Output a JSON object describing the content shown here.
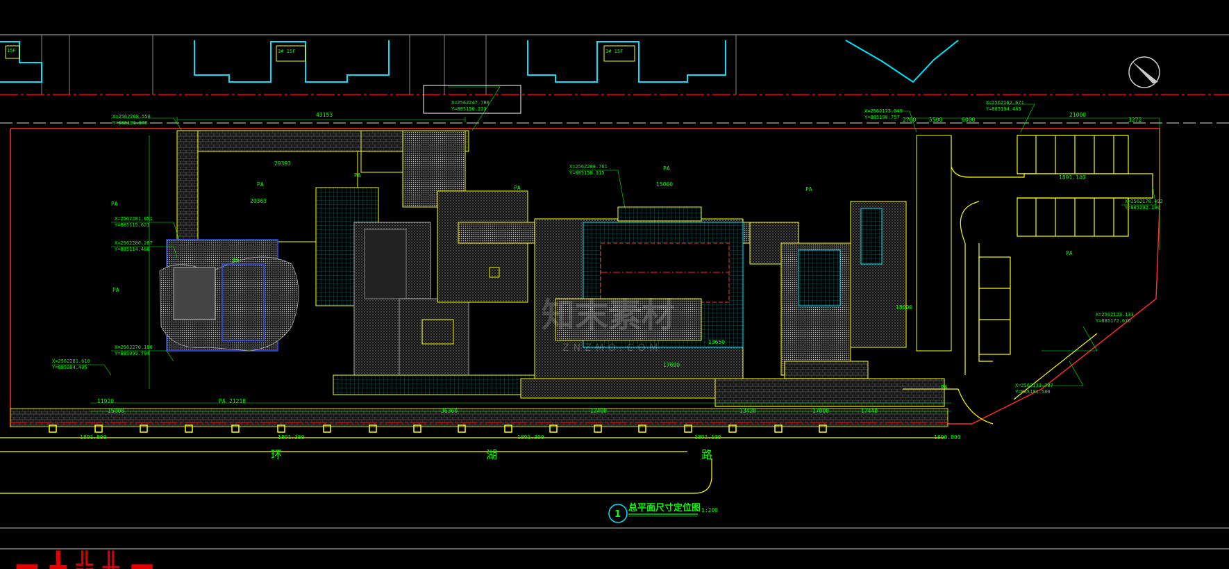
{
  "drawing": {
    "title_number": "1",
    "title": "总平面尺寸定位图",
    "scale": "1:200",
    "road_chars": [
      "环",
      "湖",
      "路"
    ],
    "watermark_main": "知末素材",
    "watermark_sub": "ZNZMO.COM",
    "bottom_red_text": "▬   ╋ ╬ ╫ ▬"
  },
  "labels": {
    "coord_1": "X=2562268.558",
    "coord_1y": "Y=885191.570",
    "coord_2": "X=2562247.786",
    "coord_2y": "Y=885156.223",
    "coord_3": "X=2562173.049",
    "coord_3y": "Y=885190.757",
    "coord_4": "X=2562162.671",
    "coord_4y": "Y=885194.483",
    "coord_5": "X=2562281.851",
    "coord_5y": "Y=885115.621",
    "coord_6": "X=2562280.287",
    "coord_6y": "Y=885114.468",
    "coord_7": "X=2562270.188",
    "coord_7y": "Y=885099.794",
    "coord_8": "X=2562281.610",
    "coord_8y": "Y=885084.405",
    "coord_9": "X=2562133.787",
    "coord_9y": "Y=885181.580",
    "coord_10": "X=2562123.133",
    "coord_10y": "Y=885172.676",
    "coord_11": "X=2562170.492",
    "coord_11y": "Y=885202.189",
    "coord_12": "X=2562208.761",
    "coord_12y": "Y=885158.315",
    "dim_1": "43153",
    "dim_2": "29393",
    "dim_3": "20363",
    "dim_4": "21000",
    "dim_5": "15000",
    "dim_6": "13650",
    "dim_7": "17690",
    "dim_8": "11920",
    "dim_9": "15000",
    "dim_10": "21218",
    "dim_11": "36360",
    "dim_12": "12400",
    "dim_13": "13420",
    "dim_14": "17000",
    "dim_15": "17440",
    "dim_16": "1891.500",
    "dim_17": "1891.300",
    "dim_18": "1891.350",
    "dim_19": "1891.100",
    "dim_20": "1890.800",
    "dim_21": "1891.140",
    "dim_22": "18000",
    "dim_23": "5500",
    "dim_24": "6000",
    "dim_25": "2700",
    "dim_26": "3272",
    "pa": "PA",
    "bld_1": "15F",
    "bld_2": "3# 15F",
    "bld_3": "3# 15F"
  },
  "colors": {
    "bg": "#000000",
    "green": "#00ff00",
    "yellow": "#ffff00",
    "cyan": "#00ffff",
    "red": "#ff0000",
    "white": "#ffffff",
    "gray": "#8a8a8a",
    "magenta": "#ff00ff",
    "blue": "#3050ff"
  }
}
